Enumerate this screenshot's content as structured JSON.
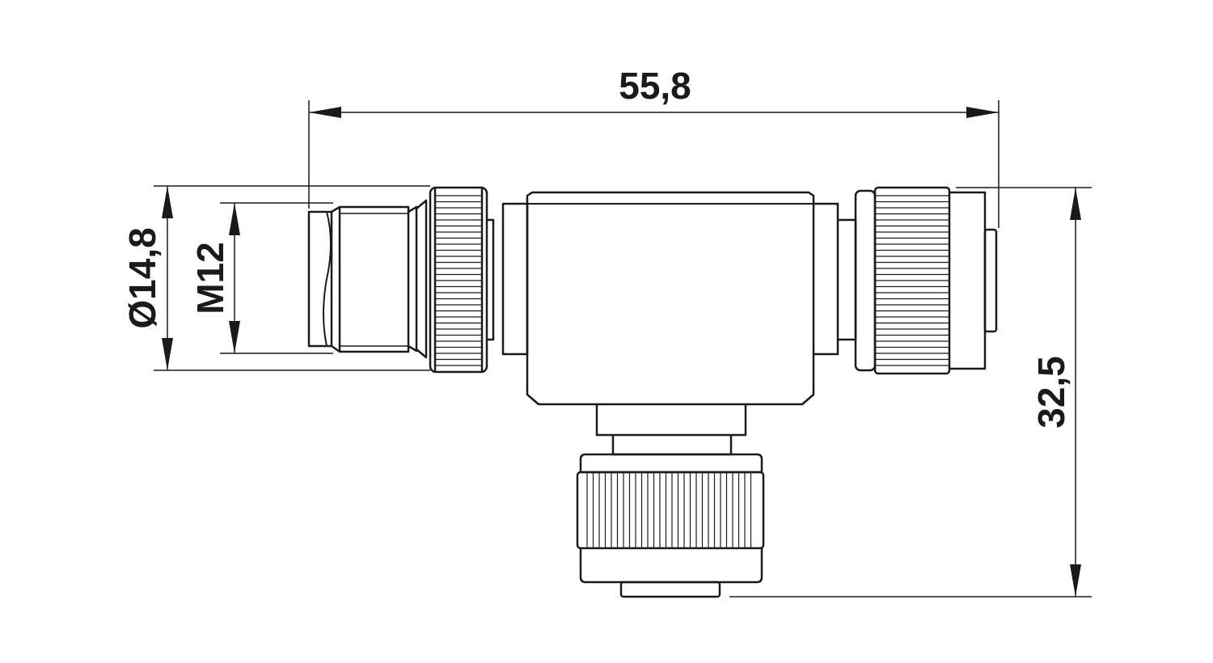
{
  "dimensions": {
    "overall_width": "55,8",
    "overall_height": "32,5",
    "outer_diameter": "Ø14,8",
    "thread": "M12"
  },
  "colors": {
    "line": "#1a1a1a",
    "background": "#ffffff"
  }
}
